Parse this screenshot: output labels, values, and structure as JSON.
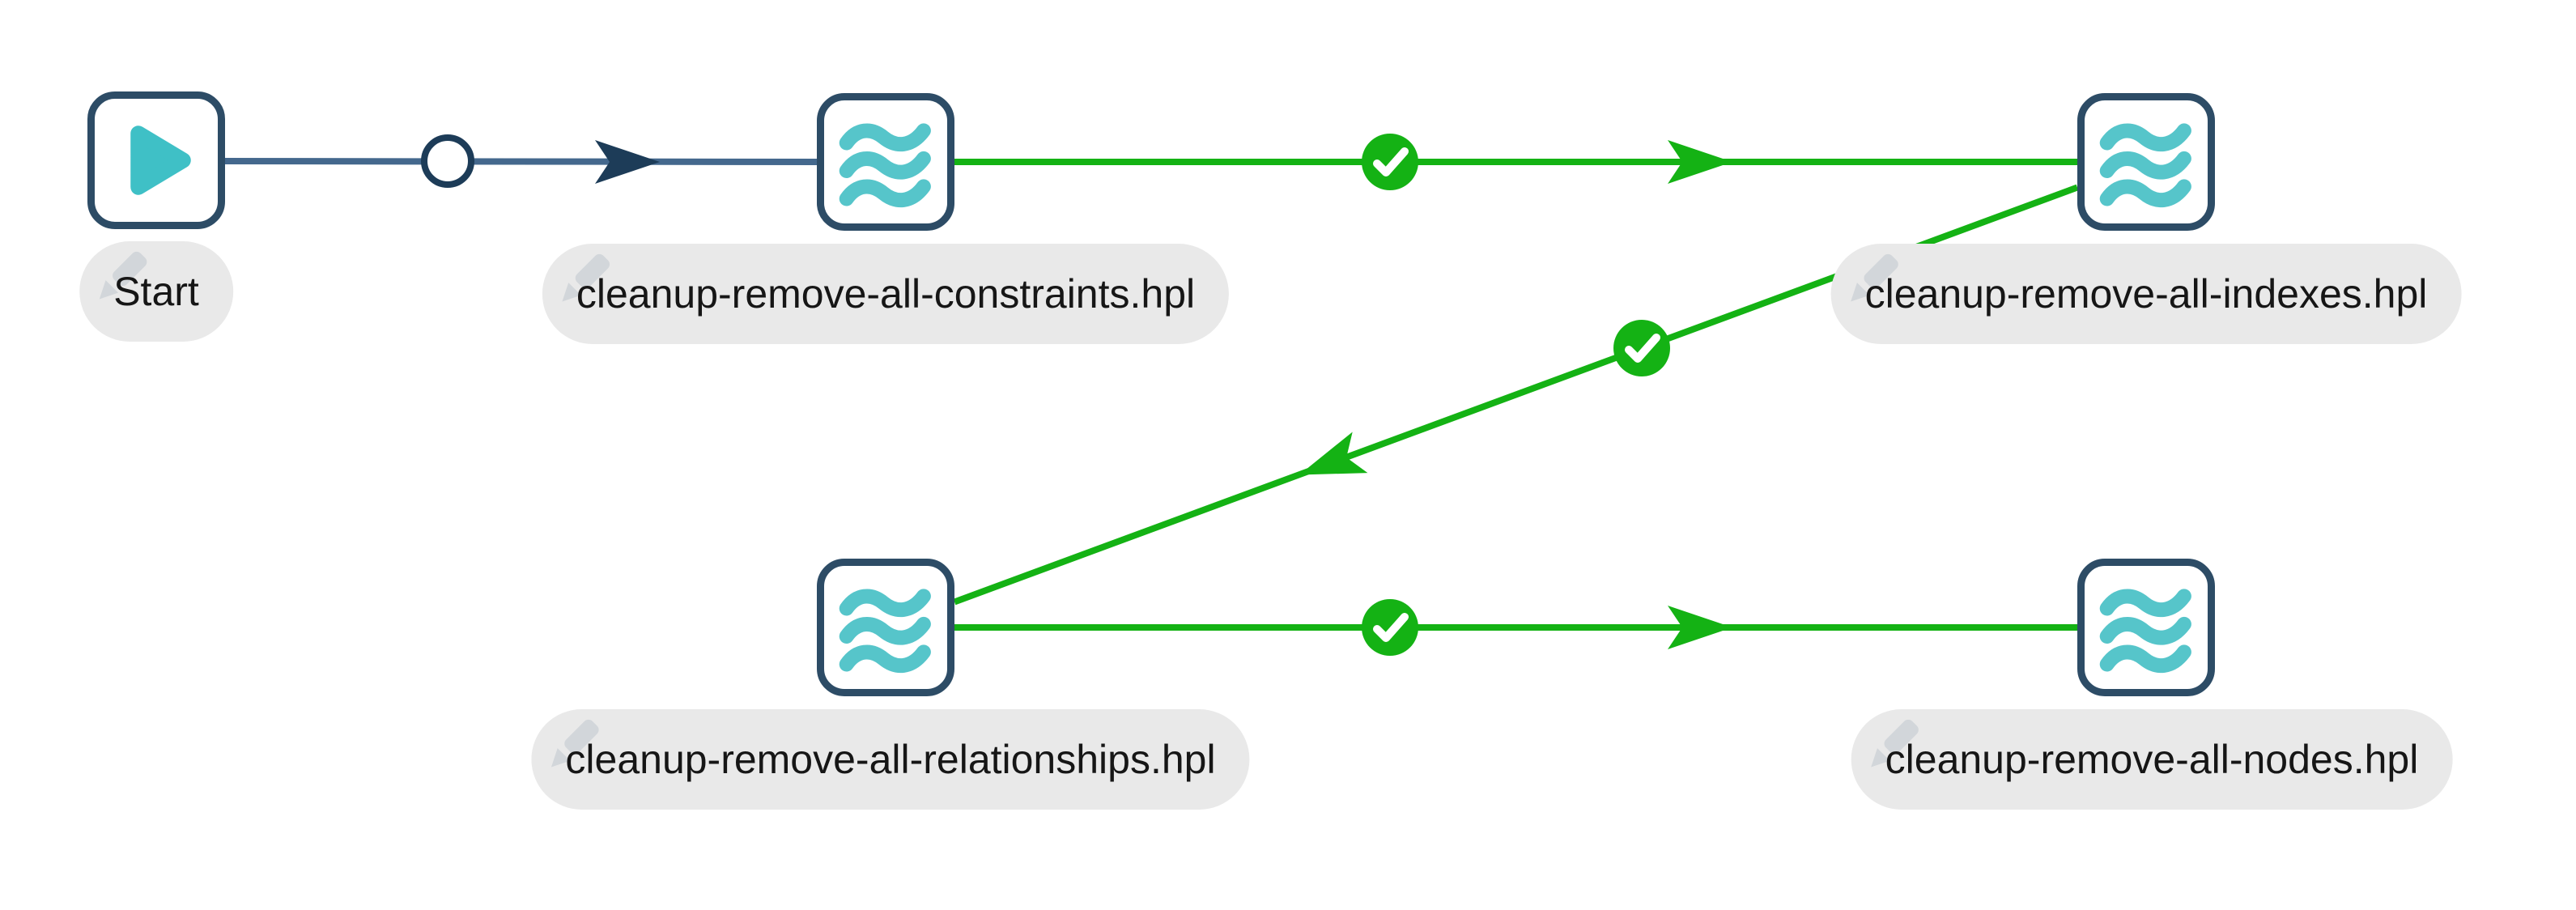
{
  "canvas": {
    "type": "workflow-graph",
    "background": "#ffffff",
    "colors": {
      "node_border": "#2d4c66",
      "node_bg": "#ffffff",
      "icon_teal": "#56c5ca",
      "play_teal": "#3fc0c6",
      "hop_line_blue": "#44688d",
      "hop_arrow_navy": "#1d3c58",
      "hop_success_green": "#14b214",
      "marker_check_white": "#ffffff",
      "label_pill_bg": "#e9e9e9",
      "label_text": "#161616",
      "pencil_gray": "#d2d6da"
    },
    "nodes": [
      {
        "id": "start",
        "label": "Start",
        "icon": "play-icon"
      },
      {
        "id": "constraints",
        "label": "cleanup-remove-all-constraints.hpl",
        "icon": "pipeline-waves-icon"
      },
      {
        "id": "indexes",
        "label": "cleanup-remove-all-indexes.hpl",
        "icon": "pipeline-waves-icon"
      },
      {
        "id": "relationships",
        "label": "cleanup-remove-all-relationships.hpl",
        "icon": "pipeline-waves-icon"
      },
      {
        "id": "nodes",
        "label": "cleanup-remove-all-nodes.hpl",
        "icon": "pipeline-waves-icon"
      }
    ],
    "hops": [
      {
        "from": "Start",
        "to": "cleanup-remove-all-constraints.hpl",
        "condition": "unconditional",
        "marker": "circle"
      },
      {
        "from": "cleanup-remove-all-constraints.hpl",
        "to": "cleanup-remove-all-indexes.hpl",
        "condition": "success",
        "marker": "checkmark"
      },
      {
        "from": "cleanup-remove-all-indexes.hpl",
        "to": "cleanup-remove-all-relationships.hpl",
        "condition": "success",
        "marker": "checkmark"
      },
      {
        "from": "cleanup-remove-all-relationships.hpl",
        "to": "cleanup-remove-all-nodes.hpl",
        "condition": "success",
        "marker": "checkmark"
      }
    ]
  }
}
